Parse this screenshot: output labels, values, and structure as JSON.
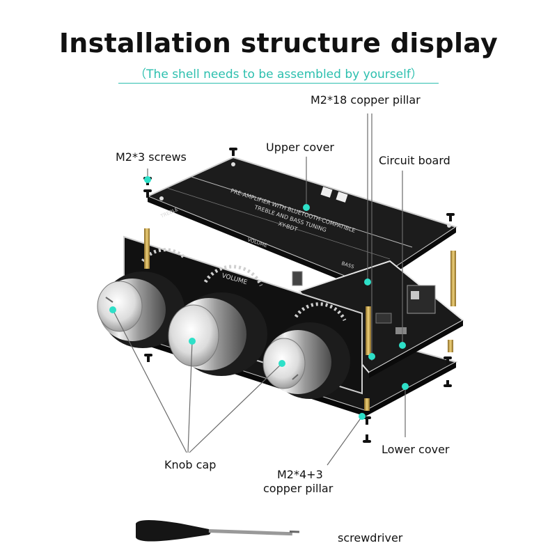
{
  "title": "Installation structure display",
  "subtitle": "（The shell needs to be assembled by yourself）",
  "colors": {
    "accent": "#2bbfae",
    "board": "#1b1b1b",
    "brass": "#c9a64a"
  },
  "labels": {
    "copper_pillar_18": "M2*18 copper pillar",
    "screws": "M2*3 screws",
    "upper_cover": "Upper cover",
    "circuit_board": "Circuit board",
    "knob_cap": "Knob cap",
    "lower_cover": "Lower cover",
    "copper_pillar_4_3_line1": "M2*4+3",
    "copper_pillar_4_3_line2": "copper pillar",
    "screwdriver": "screwdriver"
  },
  "pcb_silkscreen": {
    "line1": "PRE-AMPLIFIER WITH BLUETOOTH-COMPATIBLE",
    "line2": "TREBLE AND BASS TUNING",
    "line3": "XY-BDT",
    "treble": "TREBLE",
    "volume": "VOLUME",
    "bass": "BASS",
    "tuning": "TUNING"
  }
}
